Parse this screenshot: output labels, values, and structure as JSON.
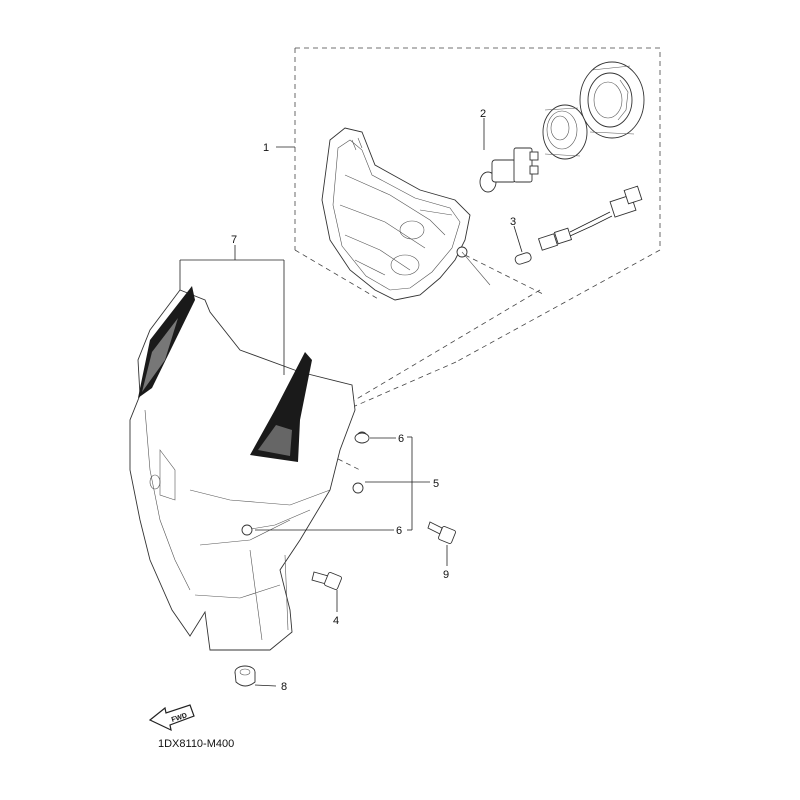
{
  "callouts": {
    "c1": "1",
    "c2": "2",
    "c3": "3",
    "c4": "4",
    "c5": "5",
    "c6a": "6",
    "c6b": "6",
    "c7": "7",
    "c8": "8",
    "c9": "9"
  },
  "diagram_code": "1DX8110-M400",
  "fwd_label": "FWD"
}
